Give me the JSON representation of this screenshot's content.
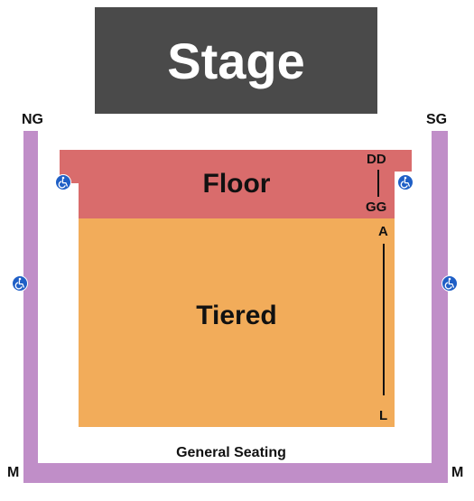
{
  "stage": {
    "label": "Stage"
  },
  "entrances": {
    "north_gate": "NG",
    "south_gate": "SG",
    "bottom_left": "M",
    "bottom_right": "M"
  },
  "floor": {
    "label": "Floor",
    "row_start": "DD",
    "row_end": "GG"
  },
  "tiered": {
    "label": "Tiered",
    "row_start": "A",
    "row_end": "L"
  },
  "general": {
    "label": "General Seating"
  },
  "icons": {
    "wheelchair": "wheelchair-accessible-icon"
  },
  "colors": {
    "stage": "#4a4a4a",
    "floor": "#d96c6c",
    "tiered": "#f2ac5a",
    "rail": "#c08ec8",
    "wheelchair": "#1f5fc6"
  }
}
